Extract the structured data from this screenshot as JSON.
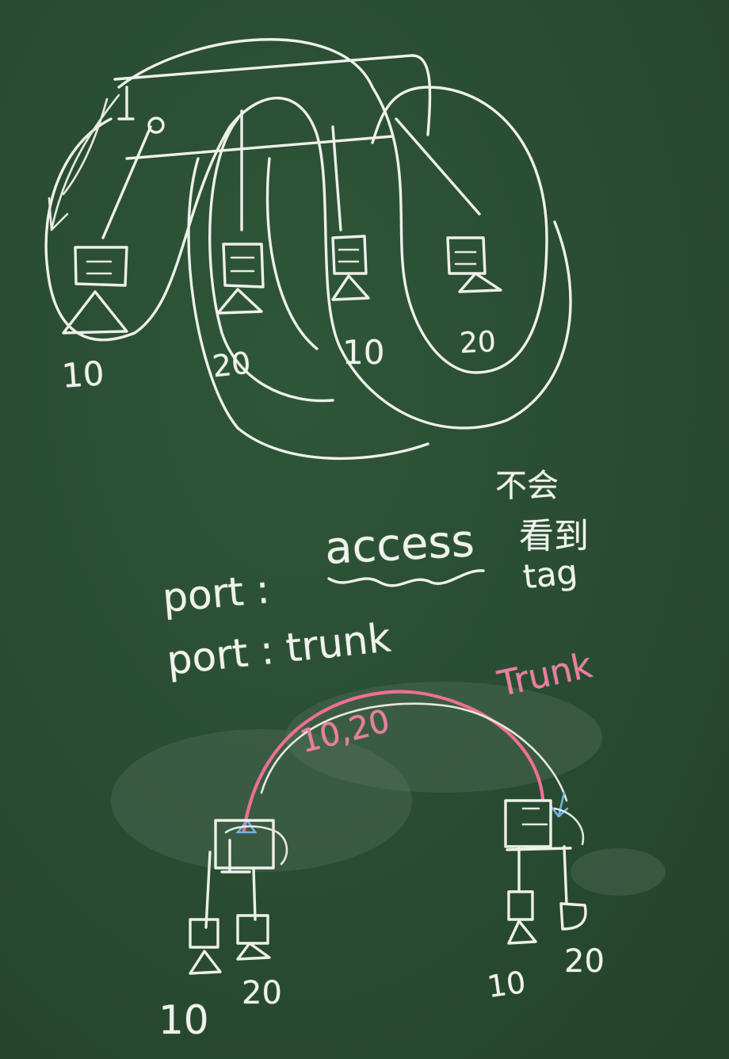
{
  "top_diagram": {
    "vlan_labels": [
      "10",
      "20",
      "10",
      "20"
    ]
  },
  "notes": {
    "line1_prefix": "port :",
    "line1_word": "access",
    "line1_aside_a": "不会",
    "line1_aside_b": "看到",
    "line1_aside_c": "tag",
    "line2": "port : trunk"
  },
  "bottom_diagram": {
    "link_label": "Trunk",
    "link_vlans": "10,20",
    "left_switch_labels": [
      "10",
      "20"
    ],
    "right_switch_labels": [
      "10",
      "20"
    ]
  },
  "colors": {
    "board": "#284a31",
    "chalk": "#eef0ea",
    "trunk_pink": "#ee6f98",
    "arrow_blue": "#6fb3e6"
  }
}
